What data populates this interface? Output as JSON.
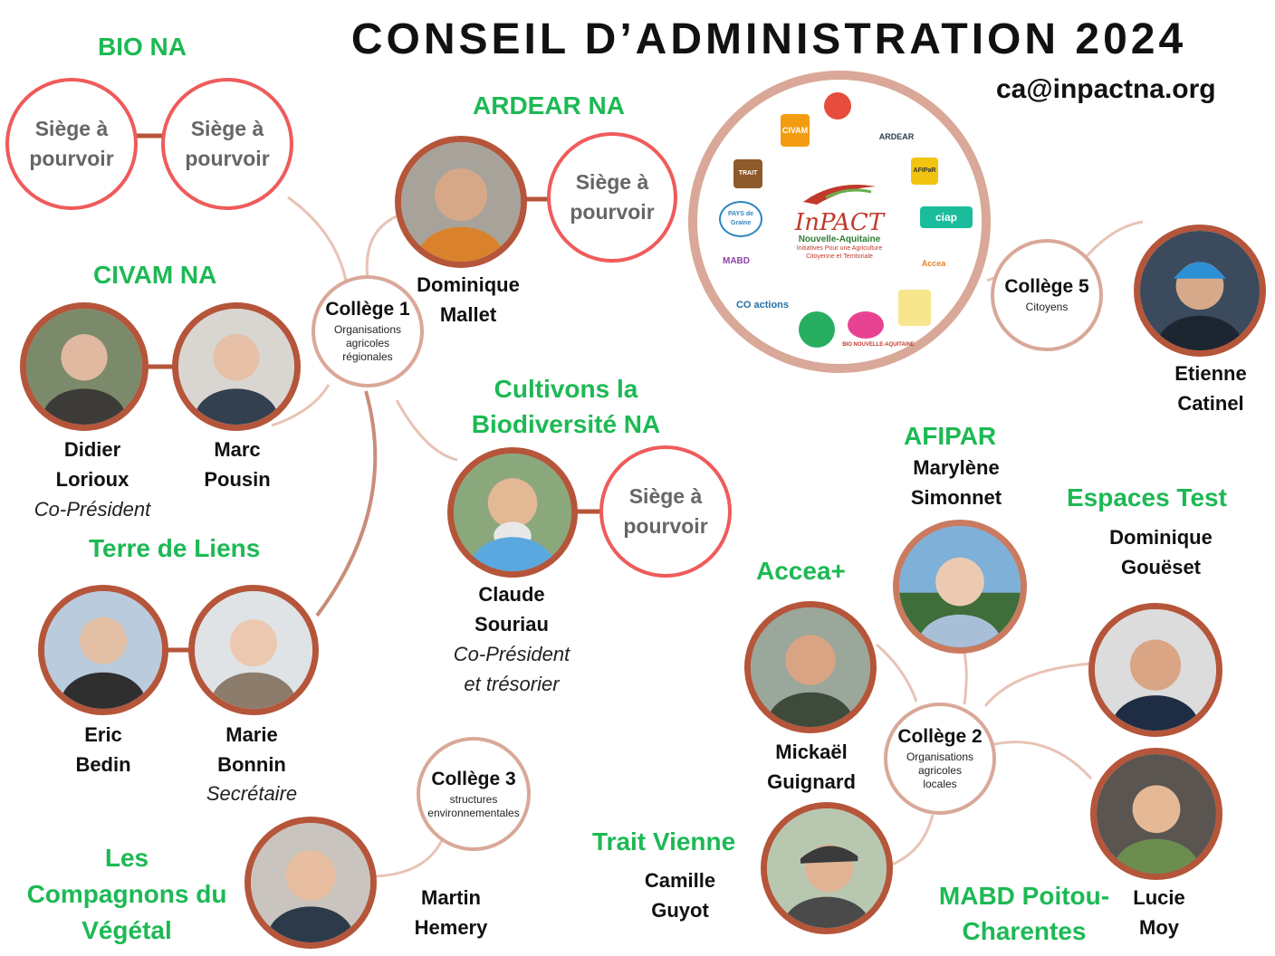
{
  "title": "CONSEIL D’ADMINISTRATION 2024",
  "email": "ca@inpactna.org",
  "seat_label": [
    "Siège à",
    "pourvoir"
  ],
  "colleges": [
    {
      "title": "Collège 1",
      "subtitle": [
        "Organisations",
        "agricoles",
        "régionales"
      ]
    },
    {
      "title": "Collège 2",
      "subtitle": [
        "Organisations",
        "agricoles",
        "locales"
      ]
    },
    {
      "title": "Collège 3",
      "subtitle": [
        "structures",
        "environnementales"
      ]
    },
    {
      "title": "Collège 5",
      "subtitle": [
        "Citoyens"
      ]
    }
  ],
  "orgs": {
    "bio_na": "BIO NA",
    "civam_na": "CIVAM NA",
    "terre_de_liens": "Terre de Liens",
    "compagnons": [
      "Les",
      "Compagnons du",
      "Végétal"
    ],
    "ardear_na": "ARDEAR NA",
    "cultivons": [
      "Cultivons la",
      "Biodiversité NA"
    ],
    "afipar": "AFIPAR",
    "espaces_test": "Espaces Test",
    "accea": "Accea+",
    "trait_vienne": "Trait Vienne",
    "mabd": [
      "MABD Poitou-",
      "Charentes"
    ]
  },
  "people": {
    "didier": {
      "name": [
        "Didier",
        "Lorioux"
      ],
      "role": "Co-Président"
    },
    "marc": {
      "name": [
        "Marc",
        "Pousin"
      ]
    },
    "eric": {
      "name": [
        "Eric",
        "Bedin"
      ]
    },
    "marie": {
      "name": [
        "Marie",
        "Bonnin"
      ],
      "role": "Secrétaire"
    },
    "dominique_m": {
      "name": [
        "Dominique",
        "Mallet"
      ]
    },
    "claude": {
      "name": [
        "Claude",
        "Souriau"
      ],
      "role": [
        "Co-Président",
        "et trésorier"
      ]
    },
    "etienne": {
      "name": [
        "Etienne",
        "Catinel"
      ]
    },
    "marylene": {
      "name": [
        "Marylène",
        "Simonnet"
      ]
    },
    "dominique_g": {
      "name": [
        "Dominique",
        "Gouëset"
      ]
    },
    "mickael": {
      "name": [
        "Mickaël",
        "Guignard"
      ]
    },
    "camille": {
      "name": [
        "Camille",
        "Guyot"
      ]
    },
    "lucie": {
      "name": [
        "Lucie",
        "Moy"
      ]
    },
    "martin": {
      "name": [
        "Martin",
        "Hemery"
      ]
    }
  },
  "logo": {
    "main": "InPACT",
    "region": "Nouvelle-Aquitaine",
    "tagline": [
      "Initiatives Pour une Agriculture",
      "Citoyenne et Territoriale"
    ],
    "members": [
      "CIVAM",
      "ARDEAR",
      "AFIPaR",
      "ciap",
      "Accea",
      "TRAIT",
      "PAYS de Graine",
      "MABD",
      "CO actions",
      "BIO NOUVELLE-AQUITAINE"
    ]
  },
  "colors": {
    "seat_border": "#ef5b5b",
    "photo_border": "#b5553a",
    "college_border": "#d9a898",
    "org_green": "#1db954"
  }
}
